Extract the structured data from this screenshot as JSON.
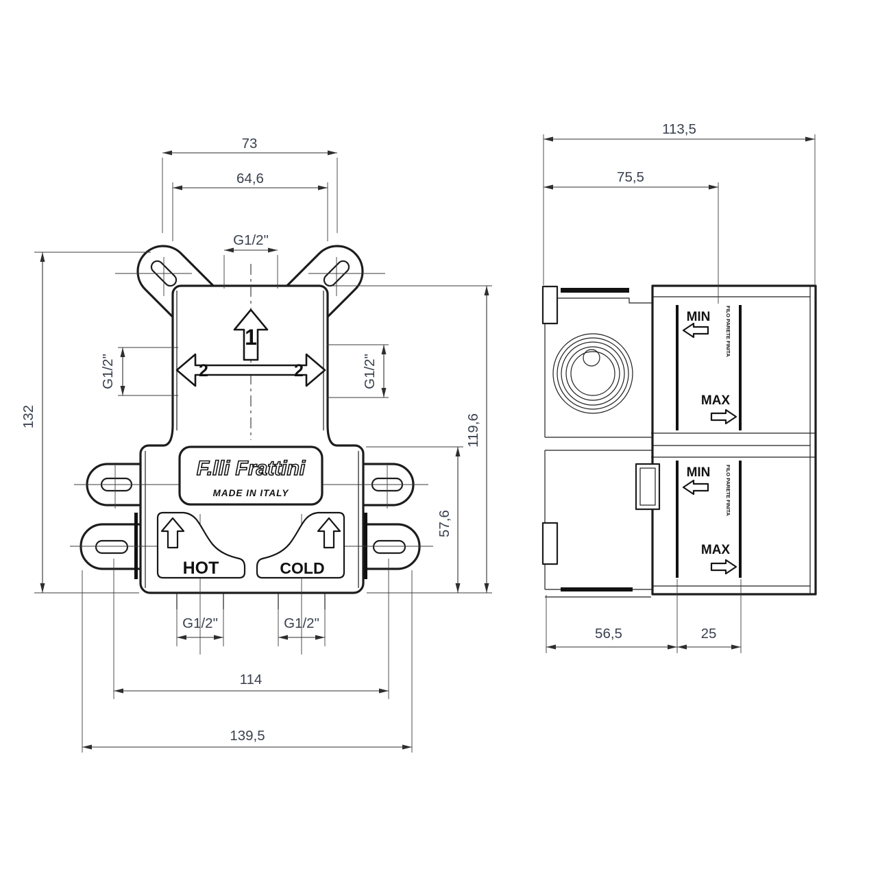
{
  "front_view": {
    "dim_mount_hole_spacing": "73",
    "dim_upper_body_width": "64,6",
    "port_top": "G1/2\"",
    "port_left": "G1/2\"",
    "port_right": "G1/2\"",
    "dim_overall_height": "132",
    "dim_body_height": "119,6",
    "dim_lower_section_height": "57,6",
    "port_hot": "G1/2\"",
    "port_cold": "G1/2\"",
    "dim_tab_hole_spacing": "114",
    "dim_overall_width": "139,5",
    "outlet_top_number": "1",
    "outlet_side_number_left": "2",
    "outlet_side_number_right": "2",
    "hot_label": "HOT",
    "cold_label": "COLD",
    "brand": "F.lli Frattini",
    "made_in": "MADE IN ITALY"
  },
  "side_view": {
    "dim_overall_depth": "113,5",
    "dim_min_wall_depth": "75,5",
    "dim_body_depth": "56,5",
    "dim_adjust_range": "25",
    "upper_min": "MIN",
    "upper_max": "MAX",
    "lower_min": "MIN",
    "lower_max": "MAX",
    "upper_wall_note": "FILO PARETE FINITA",
    "lower_wall_note": "FILO PARETE FINITA"
  },
  "colors": {
    "line": "#1d1d1d",
    "dim_text": "#39414f",
    "background": "#ffffff"
  }
}
